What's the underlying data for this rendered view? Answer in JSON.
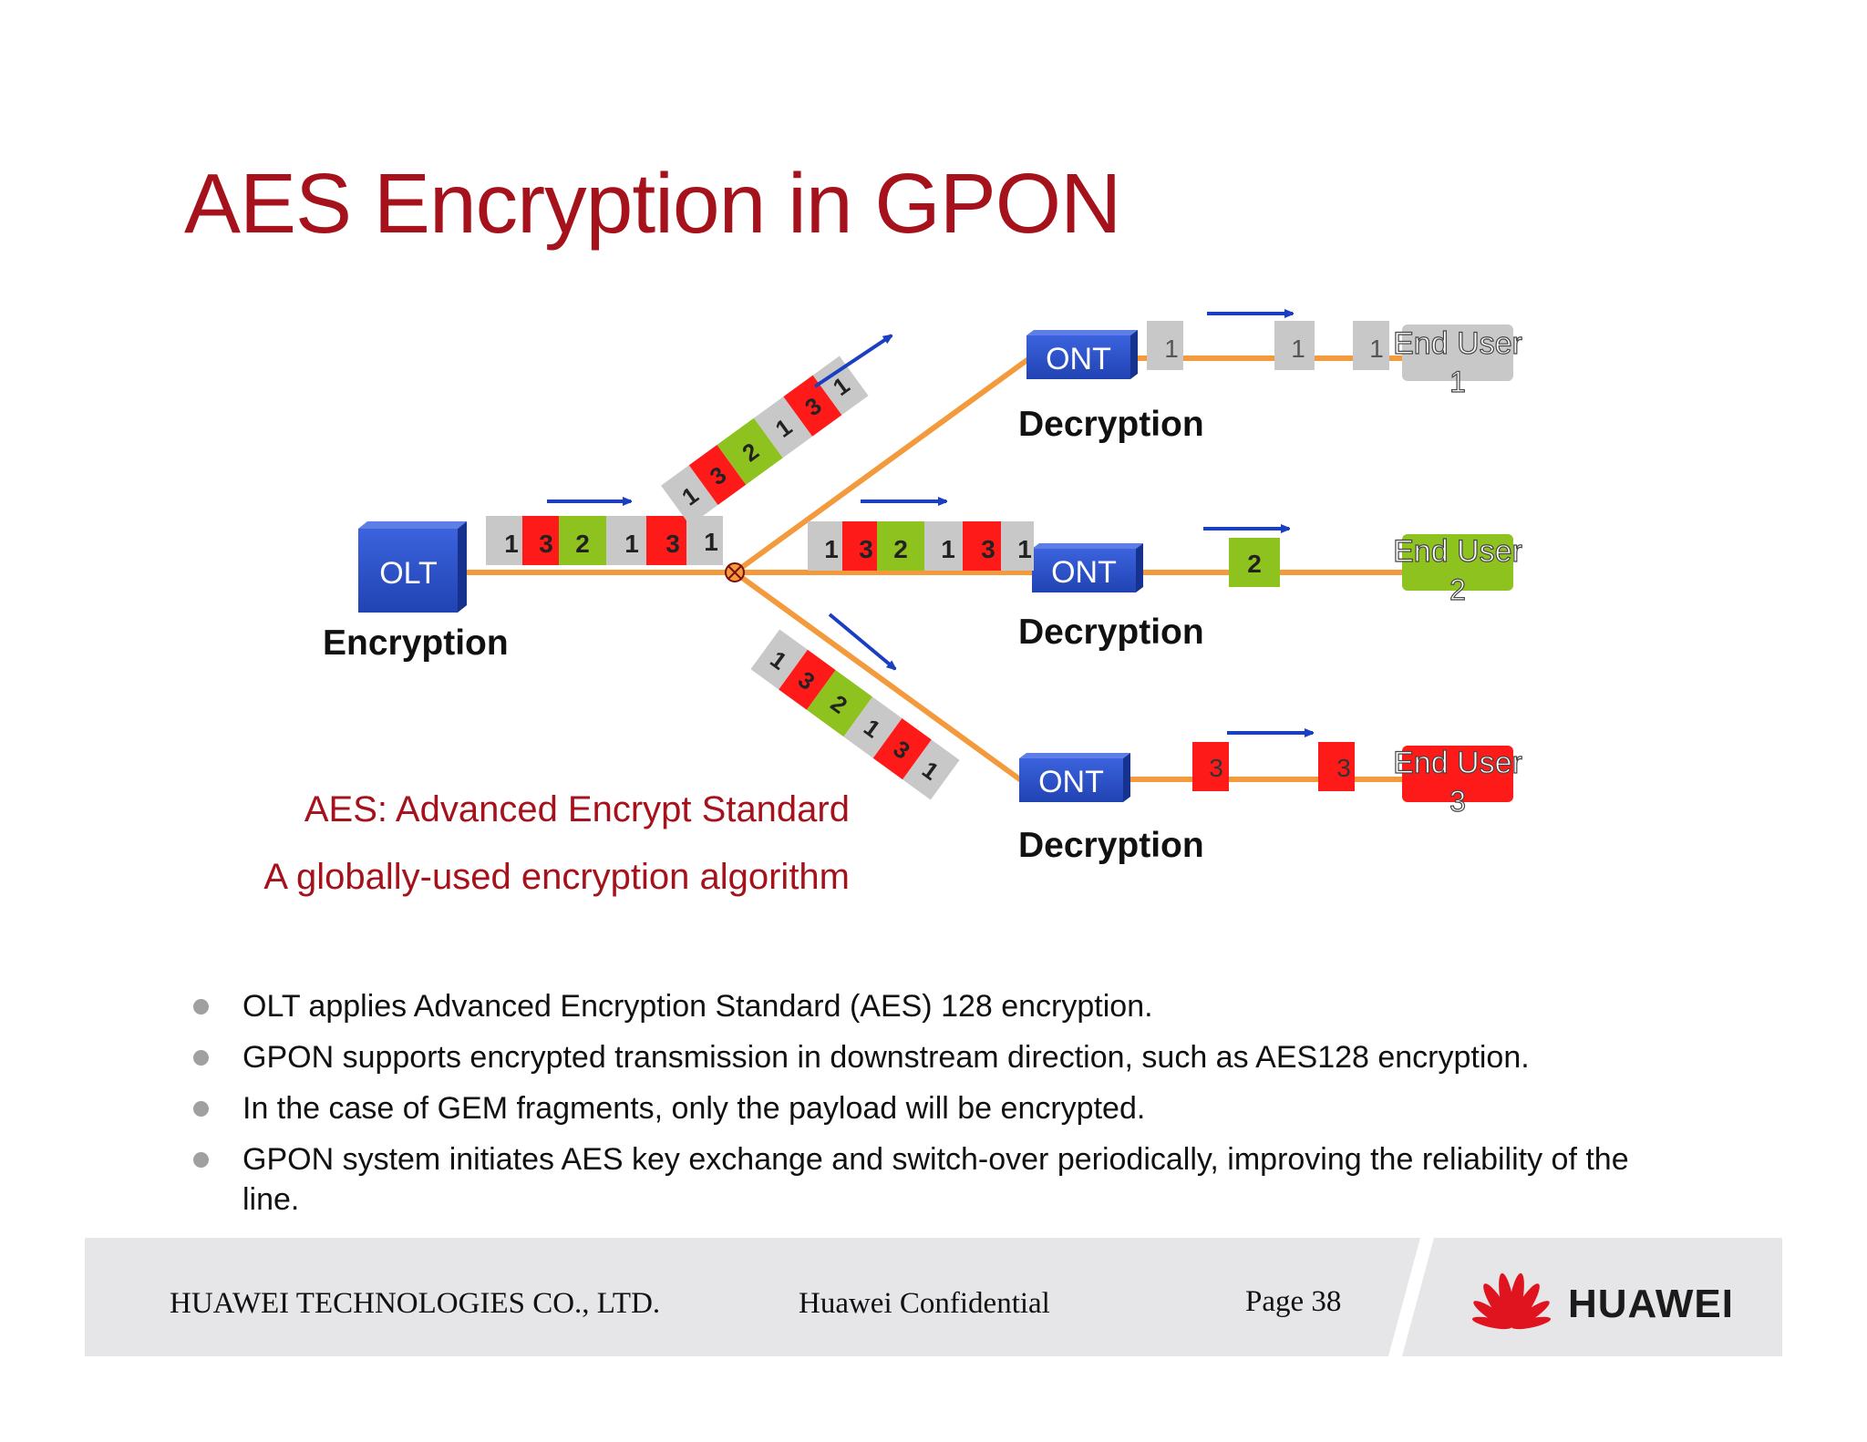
{
  "title": "AES Encryption in GPON",
  "diagram": {
    "olt": {
      "label": "OLT",
      "caption": "Encryption"
    },
    "feeder_frame": [
      "1",
      "3",
      "2",
      "1",
      "3",
      "1"
    ],
    "branches": [
      {
        "ont_label": "ONT",
        "caption": "Decryption",
        "branch_frame": [
          "1",
          "3",
          "2",
          "1",
          "3",
          "1"
        ],
        "filtered_frames": [
          "1",
          "1",
          "1"
        ],
        "end_user": [
          "End User",
          "1"
        ],
        "end_user_color": "#c8c8c8"
      },
      {
        "ont_label": "ONT",
        "caption": "Decryption",
        "branch_frame": [
          "1",
          "3",
          "2",
          "1",
          "3",
          "1"
        ],
        "filtered_frames": [
          "2"
        ],
        "end_user": [
          "End User",
          "2"
        ],
        "end_user_color": "#8dc21f"
      },
      {
        "ont_label": "ONT",
        "caption": "Decryption",
        "branch_frame": [
          "1",
          "3",
          "2",
          "1",
          "3",
          "1"
        ],
        "filtered_frames": [
          "3",
          "3"
        ],
        "end_user": [
          "End User",
          "3"
        ],
        "end_user_color": "#ff1a1a"
      }
    ],
    "aes_line1": "AES: Advanced Encrypt Standard",
    "aes_line2": "A globally-used encryption algorithm"
  },
  "bullets": [
    "OLT applies Advanced Encryption Standard (AES) 128 encryption.",
    "GPON supports encrypted transmission in downstream direction, such as AES128 encryption.",
    "In the case of GEM fragments, only the payload will be encrypted.",
    "GPON system initiates AES key exchange and switch-over periodically, improving the reliability of the line."
  ],
  "footer": {
    "company": "HUAWEI TECHNOLOGIES CO., LTD.",
    "confidential": "Huawei Confidential",
    "page": "Page 38",
    "brand": "HUAWEI"
  },
  "colors": {
    "title": "#a5121b",
    "fiber": "#f39b3c",
    "device_blue": "#2d4fc6",
    "frame_gray": "#c8c8c8",
    "frame_red": "#ff1a1a",
    "frame_green": "#8dc21f",
    "arrow_blue": "#1a3fc0"
  },
  "icons": [
    "huawei-petal-logo-icon",
    "splitter-icon",
    "arrow-right-icon"
  ]
}
